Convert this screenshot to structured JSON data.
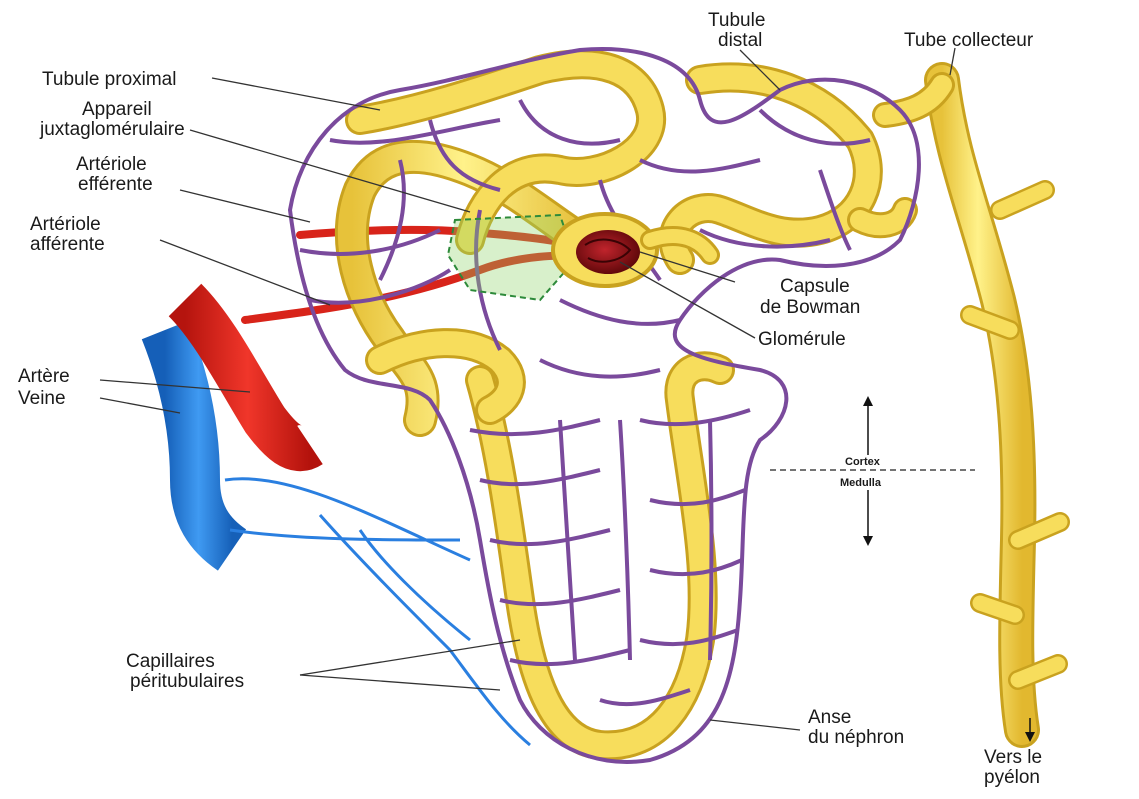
{
  "labels": {
    "tubule_distal": [
      "Tubule",
      "distal"
    ],
    "tube_collecteur": "Tube collecteur",
    "tubule_proximal": "Tubule proximal",
    "appareil_juxta": [
      "Appareil",
      "juxtaglomérulaire"
    ],
    "arteriole_efferente": [
      "Artériole",
      "efférente"
    ],
    "arteriole_afferente": [
      "Artériole",
      "afférente"
    ],
    "capsule_bowman": [
      "Capsule",
      "de Bowman"
    ],
    "glomerule": "Glomérule",
    "artere": "Artère",
    "veine": "Veine",
    "cortex": "Cortex",
    "medulla": "Medulla",
    "capillaires": [
      "Capillaires",
      "péritubulaires"
    ],
    "anse": [
      "Anse",
      "du néphron"
    ],
    "vers_pyelon": [
      "Vers le",
      "pyélon"
    ]
  },
  "colors": {
    "tubule": "#f7dd5c",
    "tubule_edge": "#c9a21f",
    "capillary": "#7a4a9c",
    "artery": "#e02418",
    "vein": "#2a7fe0",
    "glomerulus": "#8a0f16",
    "macula": "#8fd36a"
  }
}
